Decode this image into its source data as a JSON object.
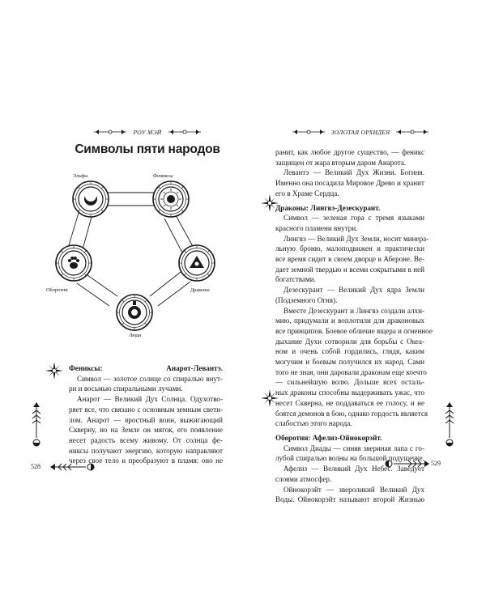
{
  "left": {
    "running_head": "РОУ МЭЙ",
    "title": "Символы пяти народов",
    "page_number": "528",
    "diagram_labels": {
      "elves": "Эльфы",
      "phoenixes": "Фениксы",
      "werewolves": "Оборотни",
      "dragons": "Драконы",
      "humans": "Люди"
    },
    "lines": [
      "Фениксы: Анарот-Левантэ.",
      "Символ — золотое солнце со спиралью внут-",
      "ри и восьмью спиральными лучами.",
      "Анарот — Великий Дух Солнца. Одухотво-",
      "ряет все, что связано с основным земным свети-",
      "лом. Анарот — яростный воин, выжигающий",
      "Скверну, но на Земле он мягок, его появление",
      "несет радость всему живому. От солнца фе-",
      "никсы получают энергию, которую направляют",
      "через свое тело и преобразуют в пламя: оно не"
    ]
  },
  "right": {
    "running_head": "ЗОЛОТАЯ ОРХИДЕЯ",
    "page_number": "529",
    "lines": [
      "ранит, как любое другое существо, — феникс",
      "защищен от жара вторым даром Анарота.",
      "Левантэ — Великий Дух Жизни. Богиня.",
      "Именно она посадила Мировое Древо и хранит",
      "его в Храме Сердца.",
      "Драконы: Лингвэ-Дезескурант.",
      "Символ — зеленая гора с тремя языками",
      "красного пламени внутри.",
      "Лингвэ — Великий Дух Земли, носит минера-",
      "льную броню, малоподвижен и практически",
      "все время сидит в своем дворце в Абероне. Ве-",
      "дает земной твердью и всеми сокрытыми в ней",
      "богатствами.",
      "Дезескурант — Великий Дух ядра Земли",
      "(Подземного Огня).",
      "Вместе Дезескурант и Лингвэ создали алхи-",
      "мию, придумали и воплотили для драконовых",
      "все принципов. Боевое обличие ящера и огненное",
      "дыхание Духи сотворили для борьбы с Океа-",
      "ном и очень собой гордились, глядя, каким",
      "могучим и боевым получился их народ. Сами",
      "того не зная, они даровали драконам еще коечто",
      "— сильнейшую волю. Дольше всех осталь-",
      "ных драконы способны выдерживать ужас, что",
      "несет Скверна, не поддаваться ее голосу, и не",
      "боятся демонов в бою, однако гордость является",
      "слабостью этого народа.",
      "Оборотни: Афелиз-Ойнокорэйт.",
      "Символ Диады — синяя звериная лапа с го-",
      "лубой спиралью волны на большой подушечке.",
      "Афелиз — Великий Дух Небес. Заведует",
      "слоями атмосфер.",
      "Ойнокорэйт — звероликий Великий Дух",
      "Воды. Ойнокорэйт называют второй Жизнью"
    ]
  }
}
